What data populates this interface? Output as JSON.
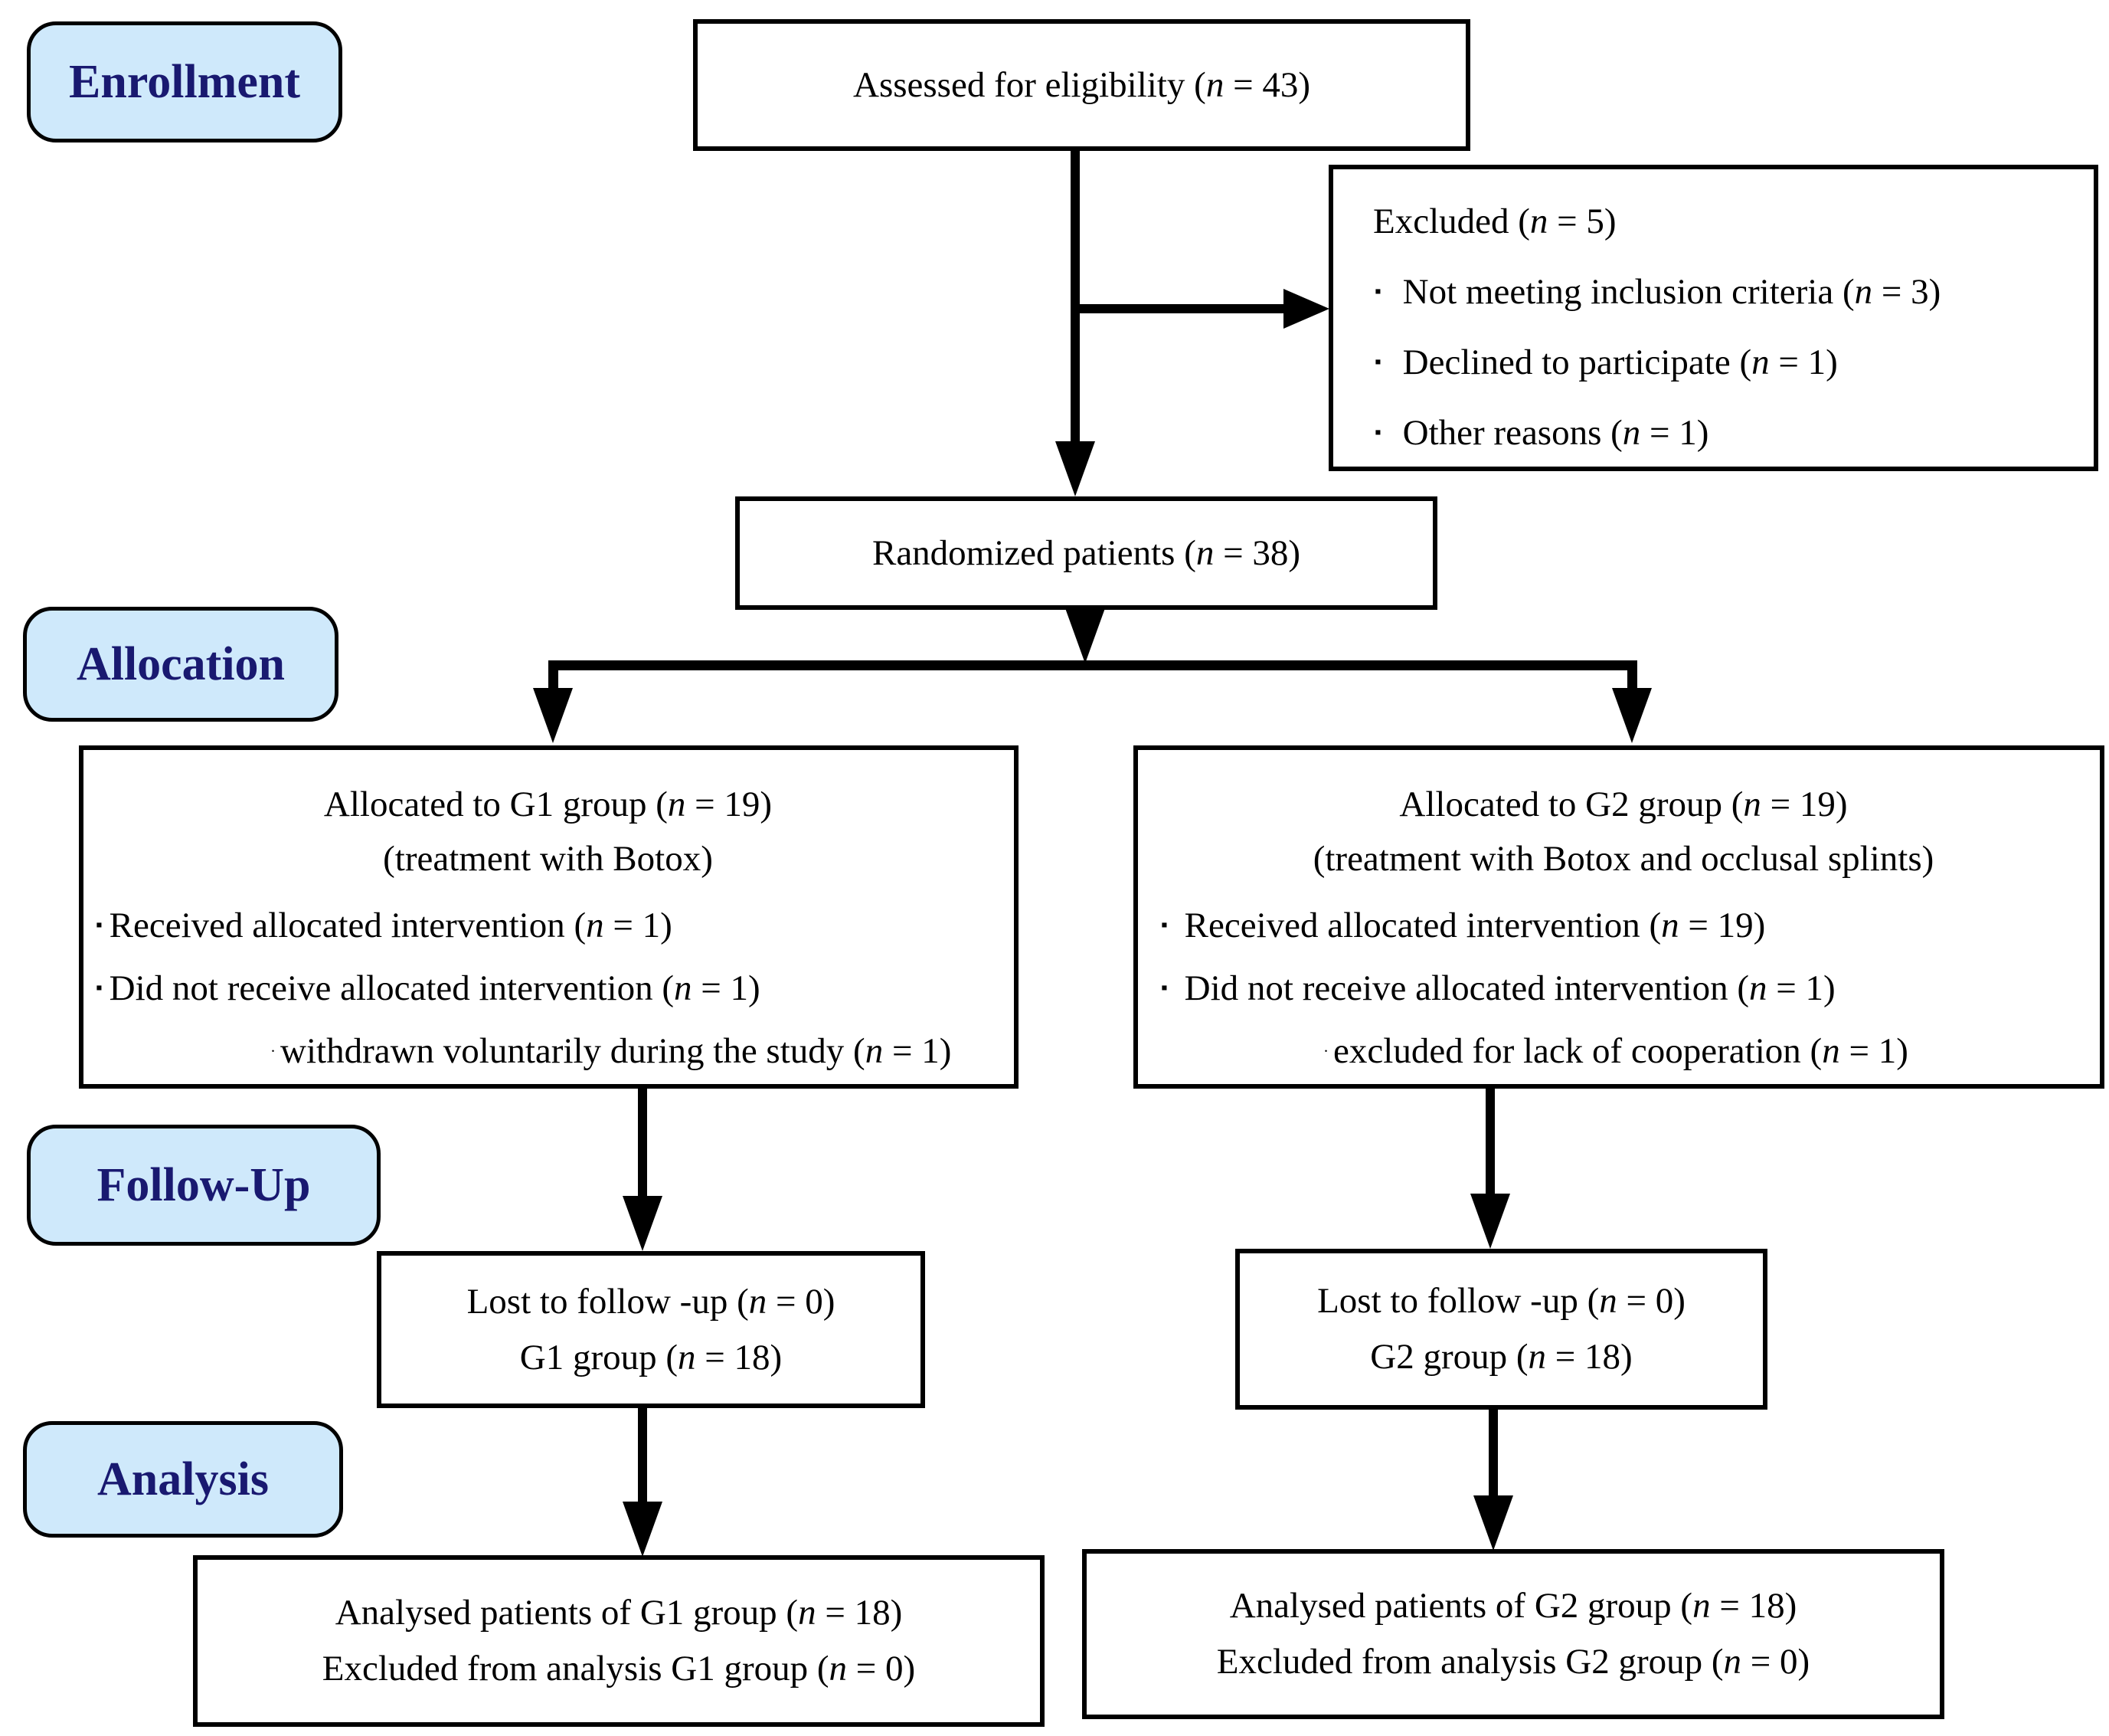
{
  "colors": {
    "label_bg": "#cfe9fb",
    "label_text": "#191970",
    "line": "#000000",
    "box_bg": "#ffffff"
  },
  "stage_labels": {
    "enrollment": "Enrollment",
    "allocation": "Allocation",
    "followup": "Follow-Up",
    "analysis": "Analysis"
  },
  "boxes": {
    "assessed": {
      "text": "Assessed for eligibility (n = 43)"
    },
    "excluded": {
      "title": "Excluded (n = 5)",
      "items": [
        {
          "bullet": "▪",
          "text": "Not meeting inclusion criteria (n = 3)"
        },
        {
          "bullet": "▪",
          "text": "Declined to participate (n = 1)"
        },
        {
          "bullet": "▪",
          "text": "Other reasons (n = 1)"
        }
      ]
    },
    "randomized": {
      "text": "Randomized patients (n = 38)"
    },
    "alloc_g1": {
      "title": "Allocated to G1 group (n = 19)",
      "subtitle": "(treatment with Botox)",
      "items": [
        {
          "bullet": "▪",
          "text": "Received allocated intervention (n = 1)"
        },
        {
          "bullet": "▪",
          "text": "Did not receive allocated intervention (n = 1)"
        },
        {
          "bullet": "·",
          "text": "withdrawn voluntarily during the study (n = 1)"
        }
      ]
    },
    "alloc_g2": {
      "title": "Allocated to G2 group (n = 19)",
      "subtitle": "(treatment with Botox and occlusal splints)",
      "items": [
        {
          "bullet": "▪",
          "text": "Received allocated intervention (n = 19)"
        },
        {
          "bullet": "▪",
          "text": "Did not receive allocated intervention (n = 1)"
        },
        {
          "bullet": "·",
          "text": "excluded for lack of cooperation (n = 1)"
        }
      ]
    },
    "followup_g1": {
      "line1": "Lost to follow -up (n = 0)",
      "line2": "G1 group (n = 18)"
    },
    "followup_g2": {
      "line1": "Lost to follow -up (n = 0)",
      "line2": "G2 group (n = 18)"
    },
    "analysis_g1": {
      "line1": "Analysed patients of G1 group (n = 18)",
      "line2": "Excluded from analysis G1 group (n = 0)"
    },
    "analysis_g2": {
      "line1": "Analysed patients of G2 group (n = 18)",
      "line2": "Excluded from analysis G2 group (n = 0)"
    }
  }
}
